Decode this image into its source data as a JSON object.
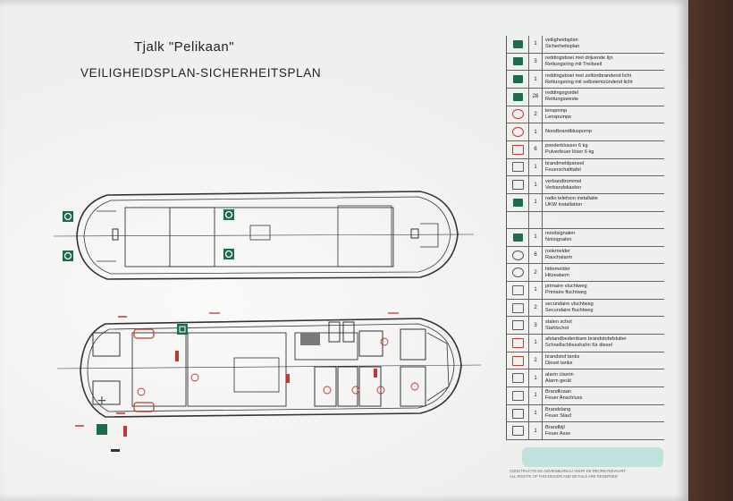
{
  "header": {
    "vessel": "Tjalk \"Pelikaan\"",
    "plan": "VEILIGHEIDSPLAN-SICHERHEITSPLAN"
  },
  "colors": {
    "green": "#1f6b4a",
    "red": "#c0392b",
    "line": "#333333",
    "paper": "#f3f4f2"
  },
  "legend": [
    {
      "icon": "plan-icon",
      "qty": "1",
      "nl": "veiligheidsplan",
      "de": "Sicherheitsplan"
    },
    {
      "icon": "lifebuoy-line-icon",
      "qty": "3",
      "nl": "reddingsboei met drijvende lijn",
      "de": "Rettungsring mit Treibseil"
    },
    {
      "icon": "lifebuoy-light-icon",
      "qty": "1",
      "nl": "reddingsboei met zelfontbrandend licht",
      "de": "Rettungsring mit selbstentzündend licht"
    },
    {
      "icon": "lifejacket-icon",
      "qty": "28",
      "nl": "reddingsgordel",
      "de": "Rettungsweste"
    },
    {
      "icon": "bilge-pump-icon",
      "qty": "2",
      "nl": "lenspomp",
      "de": "Lenspumpe"
    },
    {
      "icon": "fire-pump-icon",
      "qty": "1",
      "nl": "Noodbrandbluspomp",
      "de": ""
    },
    {
      "icon": "extinguisher-icon",
      "qty": "6",
      "nl": "poederblusser 6 kg",
      "de": "Pulverfeuer löser 6 kg"
    },
    {
      "icon": "fire-panel-icon",
      "qty": "1",
      "nl": "brandmeldpaneel",
      "de": "Feuerschalttafel"
    },
    {
      "icon": "first-aid-icon",
      "qty": "1",
      "nl": "verbandtrommel",
      "de": "Verbandskasten"
    },
    {
      "icon": "radio-icon",
      "qty": "1",
      "nl": "radio telefoon installatie",
      "de": "UKW installation"
    },
    {
      "icon": "blank-icon",
      "qty": "",
      "nl": "",
      "de": ""
    },
    {
      "icon": "distress-signal-icon",
      "qty": "1",
      "nl": "noodsignalen",
      "de": "Notsignalen"
    },
    {
      "icon": "smoke-detector-icon",
      "qty": "6",
      "nl": "rookmelder",
      "de": "Rauchalarm"
    },
    {
      "icon": "heat-detector-icon",
      "qty": "2",
      "nl": "hittemelder",
      "de": "Hitzealarm"
    },
    {
      "icon": "primary-escape-icon",
      "qty": "1",
      "nl": "primaire vluchtweg",
      "de": "Primaire fluchtweg"
    },
    {
      "icon": "secondary-escape-icon",
      "qty": "2",
      "nl": "secundaire vluchtweg",
      "de": "Secundaire fluchtweg"
    },
    {
      "icon": "steel-bulkhead-icon",
      "qty": "3",
      "nl": "stalen schot",
      "de": "Stahlschot"
    },
    {
      "icon": "fuel-valve-icon",
      "qty": "1",
      "nl": "afstandbedienbare brandstofafsluiter",
      "de": "Schnellschliesshahn für diesel"
    },
    {
      "icon": "fuel-tank-icon",
      "qty": "2",
      "nl": "brandstof tanks",
      "de": "Diesel tanks"
    },
    {
      "icon": "alarm-horn-icon",
      "qty": "1",
      "nl": "alarm claxon",
      "de": "Alarm gerät"
    },
    {
      "icon": "hydrant-icon",
      "qty": "1",
      "nl": "Brandkraan",
      "de": "Feuer Anschluss"
    },
    {
      "icon": "fire-hose-icon",
      "qty": "1",
      "nl": "Brandslang",
      "de": "Feuer Slauf"
    },
    {
      "icon": "fire-axe-icon",
      "qty": "1",
      "nl": "Brandbijl",
      "de": "Feuer Axse"
    }
  ],
  "footer": {
    "line1": "CONSTRUCTIE EN ADVIESBUREAU VOOR DE RECREATIEVAART",
    "line2": "ALL RIGHTS OF THIS DESIGN AND DETAILS ARE RESERVED"
  }
}
